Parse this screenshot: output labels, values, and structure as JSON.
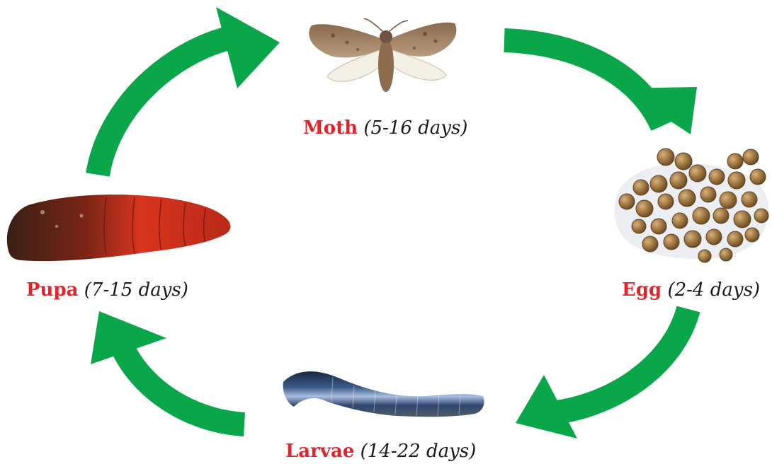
{
  "stages": {
    "moth": {
      "name": "Moth",
      "duration": "(5-16 days)"
    },
    "egg": {
      "name": "Egg",
      "duration": "(2-4 days)"
    },
    "larvae": {
      "name": "Larvae",
      "duration": "(14-22 days)"
    },
    "pupa": {
      "name": "Pupa",
      "duration": "(7-15 days)"
    }
  },
  "colors": {
    "arrow": "#0aa64a",
    "stage_name": "#e0262b",
    "duration": "#1a1a1a"
  },
  "icons": [
    "moth-image",
    "egg-cluster-image",
    "larva-image",
    "pupa-image",
    "cycle-arrow"
  ]
}
